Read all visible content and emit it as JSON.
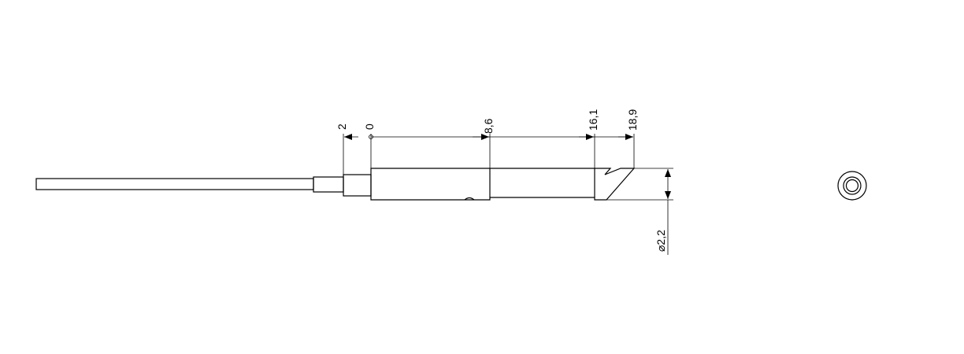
{
  "dimensions": {
    "ticks": [
      {
        "label": "2"
      },
      {
        "label": "0"
      },
      {
        "label": "8,6"
      },
      {
        "label": "16,1"
      },
      {
        "label": "18,9"
      }
    ],
    "diameter": "⌀2,2"
  },
  "colors": {
    "line": "#000000",
    "background": "#ffffff"
  }
}
